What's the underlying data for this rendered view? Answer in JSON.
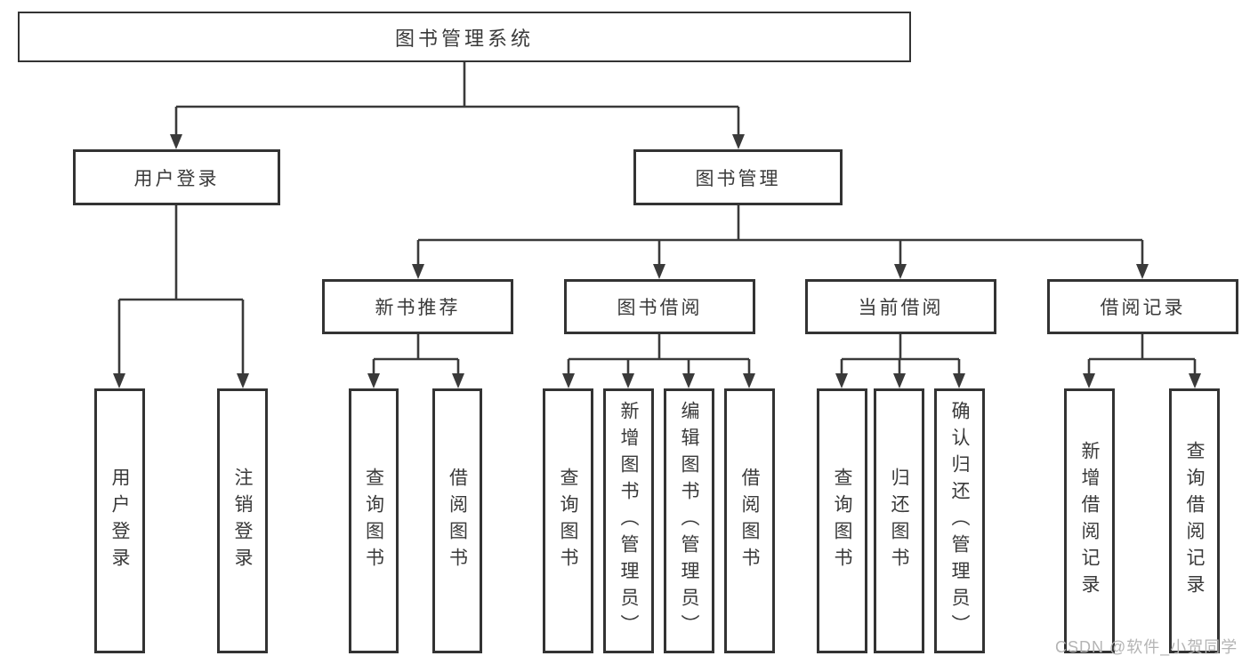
{
  "colors": {
    "line": "#3a3a3a",
    "box_border": "#333333",
    "box_background": "#ffffff",
    "text": "#3a3a3a",
    "watermark_text": "#b4b4b4"
  },
  "diagram": {
    "root": {
      "label": "图书管理系统"
    },
    "user_login_branch": {
      "label": "用户登录",
      "children": [
        "用户登录",
        "注销登录"
      ]
    },
    "book_management_branch": {
      "label": "图书管理",
      "sections": [
        {
          "label": "新书推荐",
          "children": [
            "查询图书",
            "借阅图书"
          ]
        },
        {
          "label": "图书借阅",
          "children": [
            "查询图书",
            "新增图书（管理员）",
            "编辑图书（管理员）",
            "借阅图书"
          ]
        },
        {
          "label": "当前借阅",
          "children": [
            "查询图书",
            "归还图书",
            "确认归还（管理员）"
          ]
        },
        {
          "label": "借阅记录",
          "children": [
            "新增借阅记录",
            "查询借阅记录"
          ]
        }
      ]
    }
  },
  "watermark": "CSDN @软件_小贺同学"
}
